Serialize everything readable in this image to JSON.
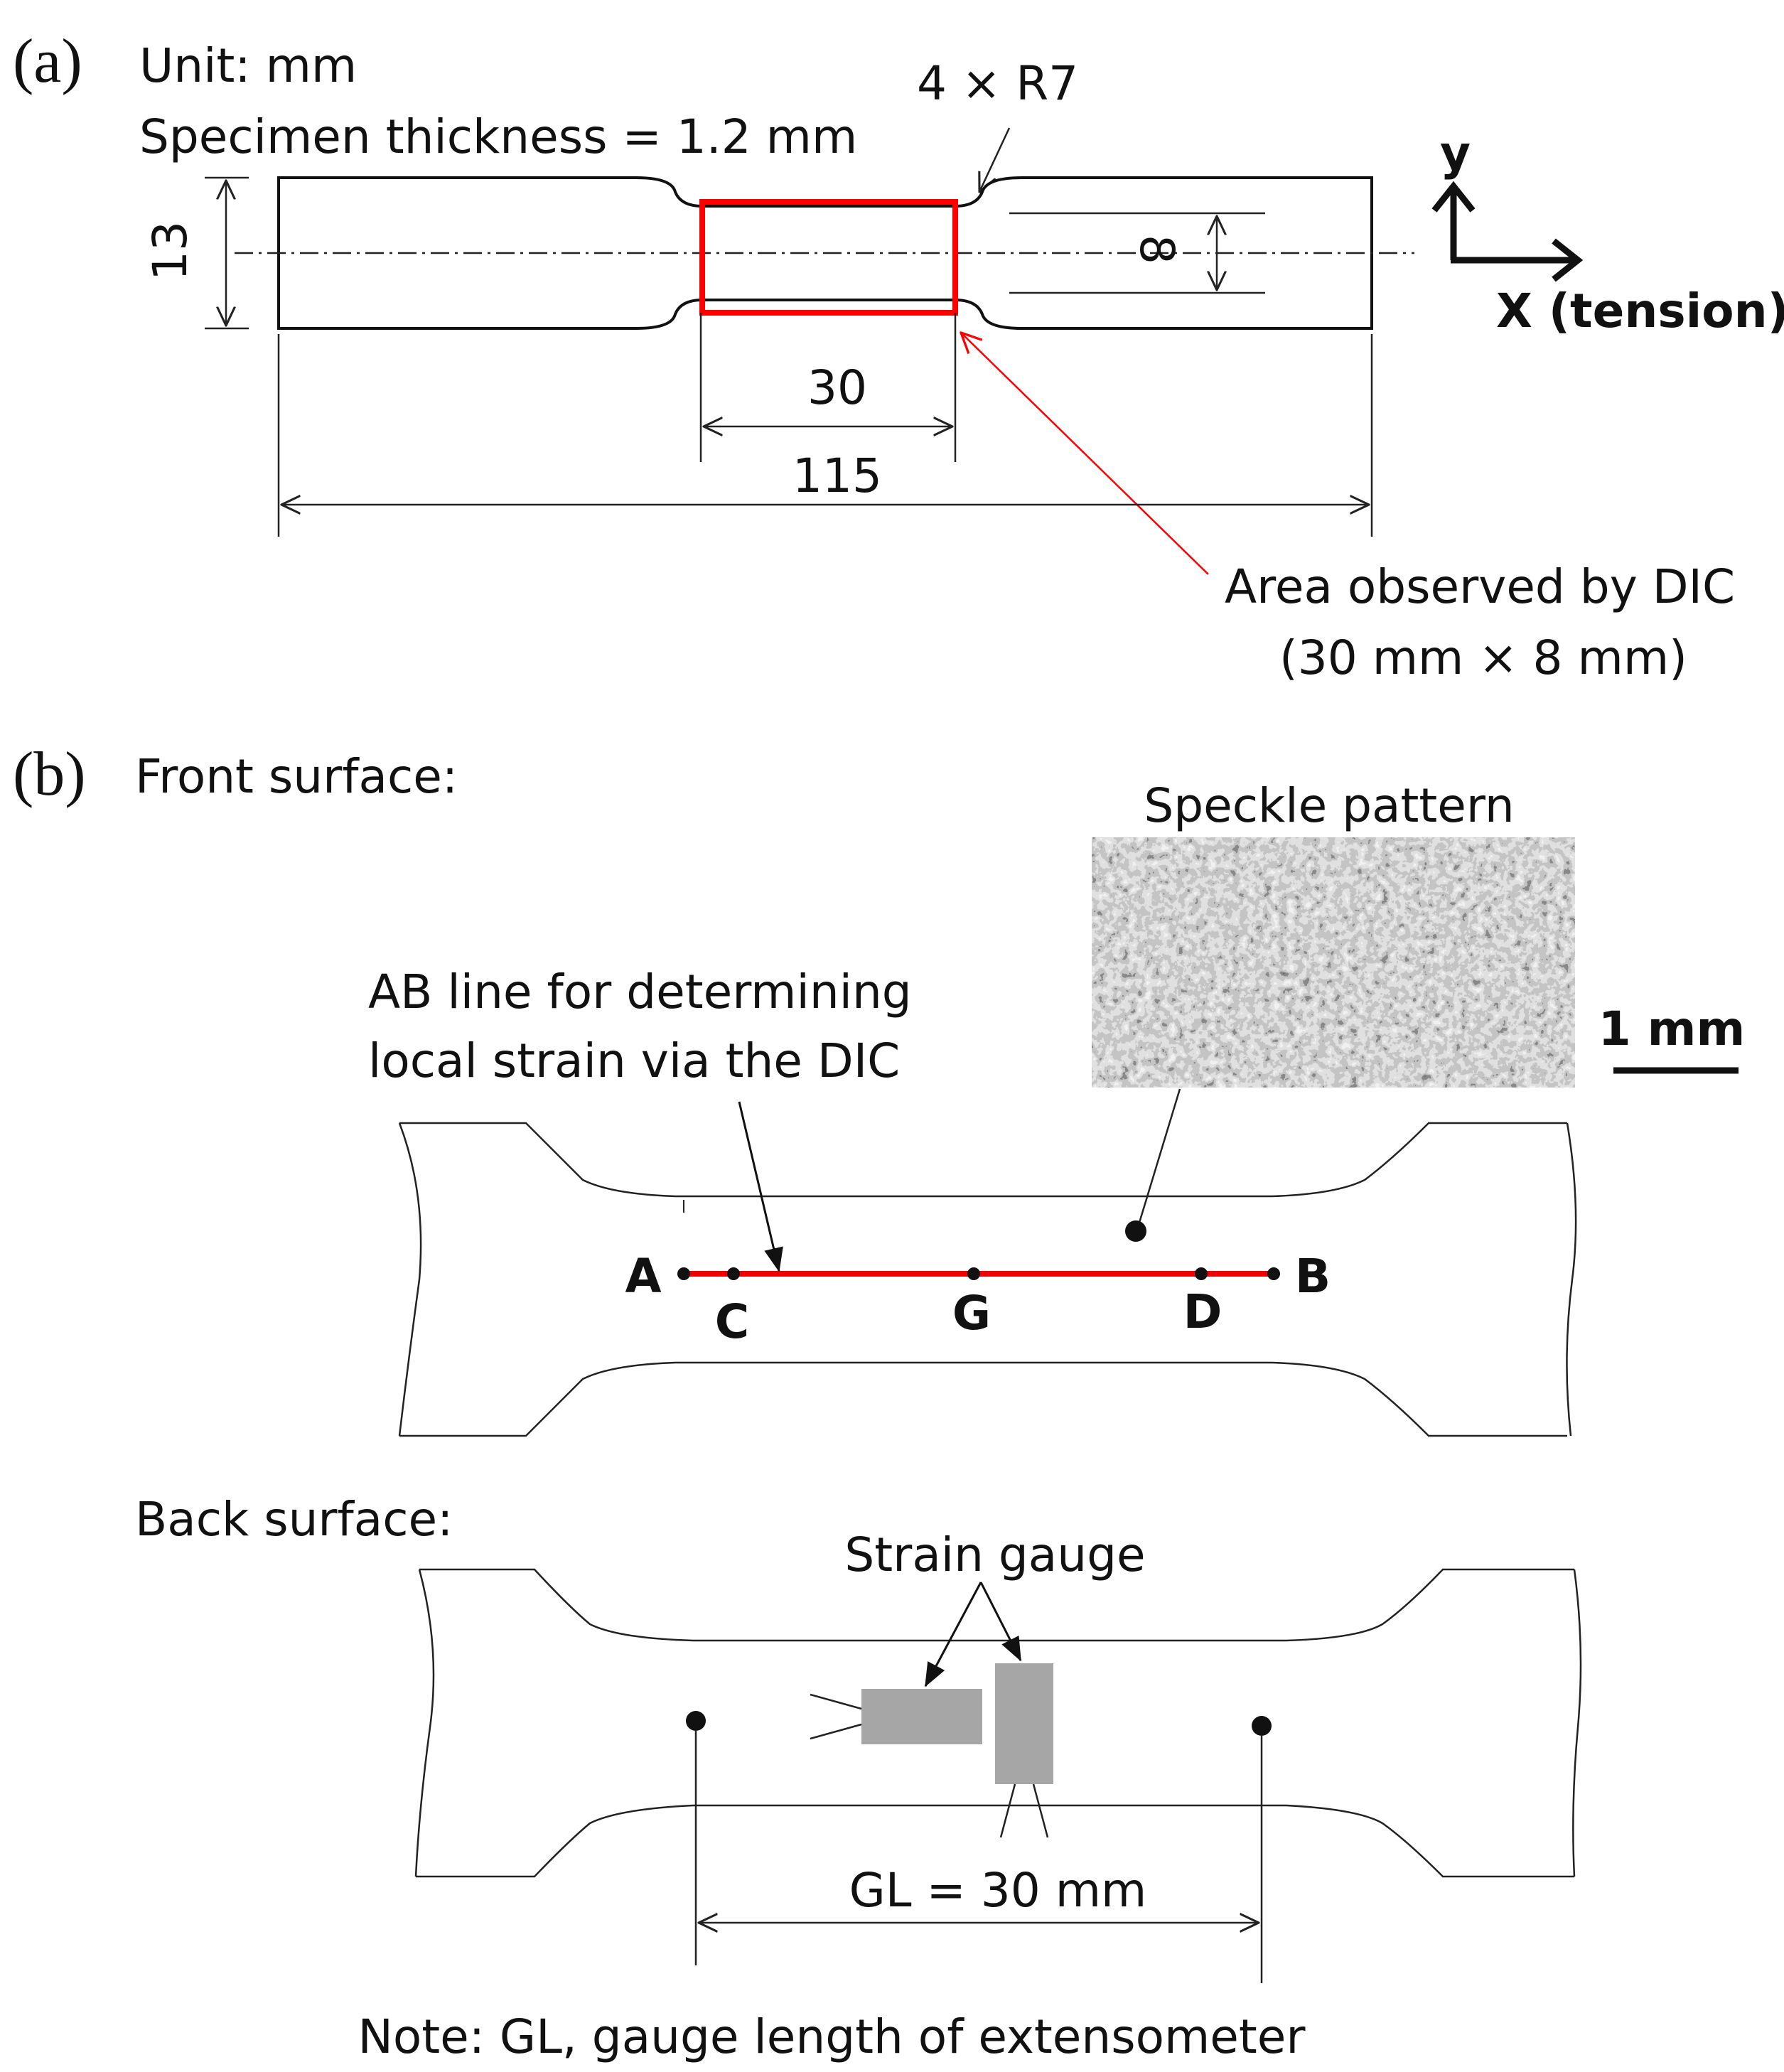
{
  "panel_a": {
    "label": "(a)",
    "unit_text": "Unit: mm",
    "thickness_text": "Specimen thickness = 1.2 mm",
    "radius_text": "4 × R7",
    "dim_width": "13",
    "dim_gauge_width": "8",
    "dim_gauge_length": "30",
    "dim_total_length": "115",
    "axis_y": "y",
    "axis_x": "X (tension)",
    "dic_area_line1": "Area observed by DIC",
    "dic_area_line2": "(30 mm × 8 mm)",
    "dic_color": "#ff0000"
  },
  "panel_b": {
    "label": "(b)",
    "front_title": "Front surface:",
    "speckle_title": "Speckle pattern",
    "scale_bar": "1 mm",
    "ab_line_1": "AB line for determining",
    "ab_line_2": "local strain via the DIC",
    "points": [
      "A",
      "C",
      "G",
      "D",
      "B"
    ],
    "ab_line_color": "#ee0000",
    "back_title": "Back surface:",
    "strain_gauge_label": "Strain gauge",
    "gauge_color": "#a6a6a6",
    "gl_text": "GL = 30 mm",
    "note": "Note: GL, gauge length of extensometer"
  }
}
